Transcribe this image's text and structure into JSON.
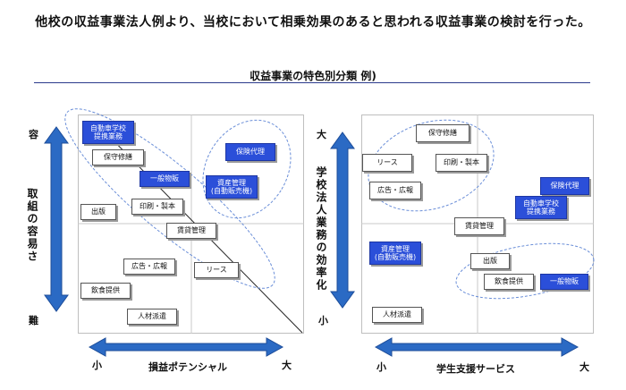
{
  "header": {
    "title": "他校の収益事業法人例より、当校において相乗効果のあると思われる収益事業の検討を行った。",
    "subtitle": "収益事業の特色別分類 例)"
  },
  "colors": {
    "blue_box": "#2b4fd9",
    "arrow_fill": "#2b6ac4",
    "rule": "#2b3a8c",
    "oval": "#6a8ed8"
  },
  "left": {
    "y_axis_label": "取組の容易さ",
    "y_top": "容",
    "y_bottom": "難",
    "x_axis_label": "損益ポテンシャル",
    "x_left": "小",
    "x_right": "大",
    "items": [
      {
        "label": "自動車学校\n提携業務",
        "blue": true
      },
      {
        "label": "保守修繕",
        "blue": false
      },
      {
        "label": "一般物販",
        "blue": true
      },
      {
        "label": "保険代理",
        "blue": true
      },
      {
        "label": "資産管理\n(自動販売機)",
        "blue": true
      },
      {
        "label": "印刷・製本",
        "blue": false
      },
      {
        "label": "出版",
        "blue": false
      },
      {
        "label": "賃貸管理",
        "blue": false
      },
      {
        "label": "広告・広報",
        "blue": false
      },
      {
        "label": "リース",
        "blue": false
      },
      {
        "label": "飲食提供",
        "blue": false
      },
      {
        "label": "人材派遣",
        "blue": false
      }
    ]
  },
  "right": {
    "y_axis_label": "学校法人業務の効率化",
    "y_top": "大",
    "y_bottom": "小",
    "x_axis_label": "学生支援サービス",
    "x_left": "小",
    "x_right": "大",
    "items": [
      {
        "label": "保守修繕",
        "blue": false
      },
      {
        "label": "リース",
        "blue": false
      },
      {
        "label": "印刷・製本",
        "blue": false
      },
      {
        "label": "広告・広報",
        "blue": false
      },
      {
        "label": "保険代理",
        "blue": true
      },
      {
        "label": "自動車学校\n提携業務",
        "blue": true
      },
      {
        "label": "賃貸管理",
        "blue": false
      },
      {
        "label": "資産管理\n(自動販売機)",
        "blue": true
      },
      {
        "label": "出版",
        "blue": false
      },
      {
        "label": "飲食提供",
        "blue": false
      },
      {
        "label": "一般物販",
        "blue": true
      },
      {
        "label": "人材派遣",
        "blue": false
      }
    ]
  }
}
